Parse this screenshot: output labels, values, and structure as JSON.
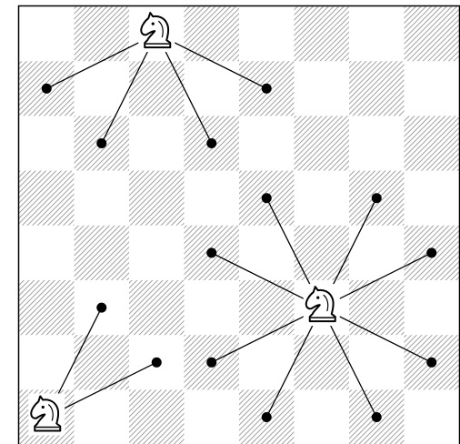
{
  "board": {
    "files": 8,
    "ranks": 8,
    "light_color": "#ffffff",
    "dark_hatch_color": "#8a8a8a",
    "border_color": "#000000",
    "line_color": "#000000",
    "dot_color": "#000000"
  },
  "knights": [
    {
      "name": "knight-top",
      "square": [
        2,
        0
      ],
      "targets": [
        [
          0,
          1
        ],
        [
          4,
          1
        ],
        [
          1,
          2
        ],
        [
          3,
          2
        ]
      ]
    },
    {
      "name": "knight-center",
      "square": [
        5,
        5
      ],
      "targets": [
        [
          4,
          3
        ],
        [
          6,
          3
        ],
        [
          3,
          4
        ],
        [
          7,
          4
        ],
        [
          3,
          6
        ],
        [
          7,
          6
        ],
        [
          4,
          7
        ],
        [
          6,
          7
        ]
      ]
    },
    {
      "name": "knight-corner",
      "square": [
        0,
        7
      ],
      "targets": [
        [
          1,
          5
        ],
        [
          2,
          6
        ]
      ]
    }
  ]
}
